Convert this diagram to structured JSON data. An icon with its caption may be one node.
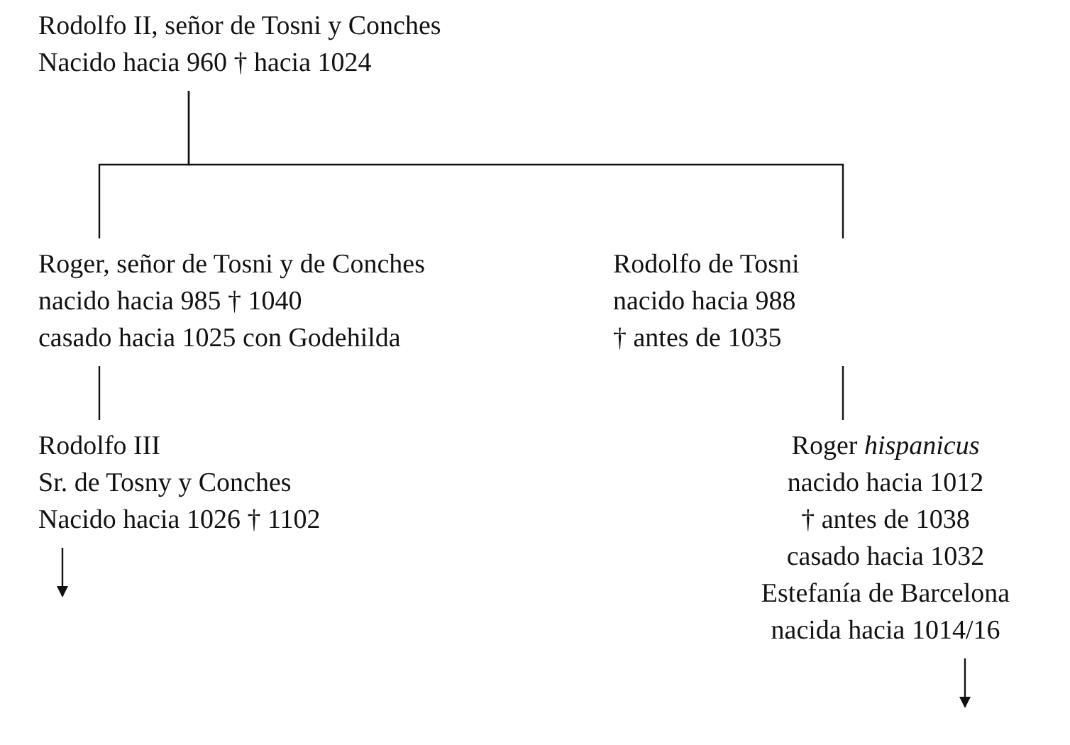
{
  "diagram": {
    "nodes": [
      {
        "text": [
          "Rodolfo II, señor de Tosni y Conches",
          "Nacido hacia 960 † hacia 1024"
        ]
      },
      {
        "text": [
          "Roger, señor de Tosni y de Conches",
          "nacido hacia 985 † 1040",
          "casado hacia 1025 con Godehilda"
        ]
      },
      {
        "text": [
          "Rodolfo de Tosni",
          "nacido hacia 988",
          "† antes de 1035"
        ]
      },
      {
        "text": [
          "Rodolfo III",
          "Sr. de Tosny y Conches",
          "Nacido hacia 1026 † 1102"
        ]
      },
      {
        "text": [
          "Roger *hispanicus*",
          "nacido hacia 1012",
          "† antes de 1038",
          "casado hacia 1032",
          "Estefanía de Barcelona",
          "nacida hacia 1014/16"
        ]
      }
    ],
    "edges": [
      {
        "from": 0,
        "to": 1,
        "arrow": "none"
      },
      {
        "from": 0,
        "to": 2,
        "arrow": "none"
      },
      {
        "from": 1,
        "to": 3,
        "arrow": "none"
      },
      {
        "from": 2,
        "to": 4,
        "arrow": "none"
      },
      {
        "from": 3,
        "to": null,
        "arrow": "to"
      },
      {
        "from": 4,
        "to": null,
        "arrow": "to"
      }
    ]
  }
}
